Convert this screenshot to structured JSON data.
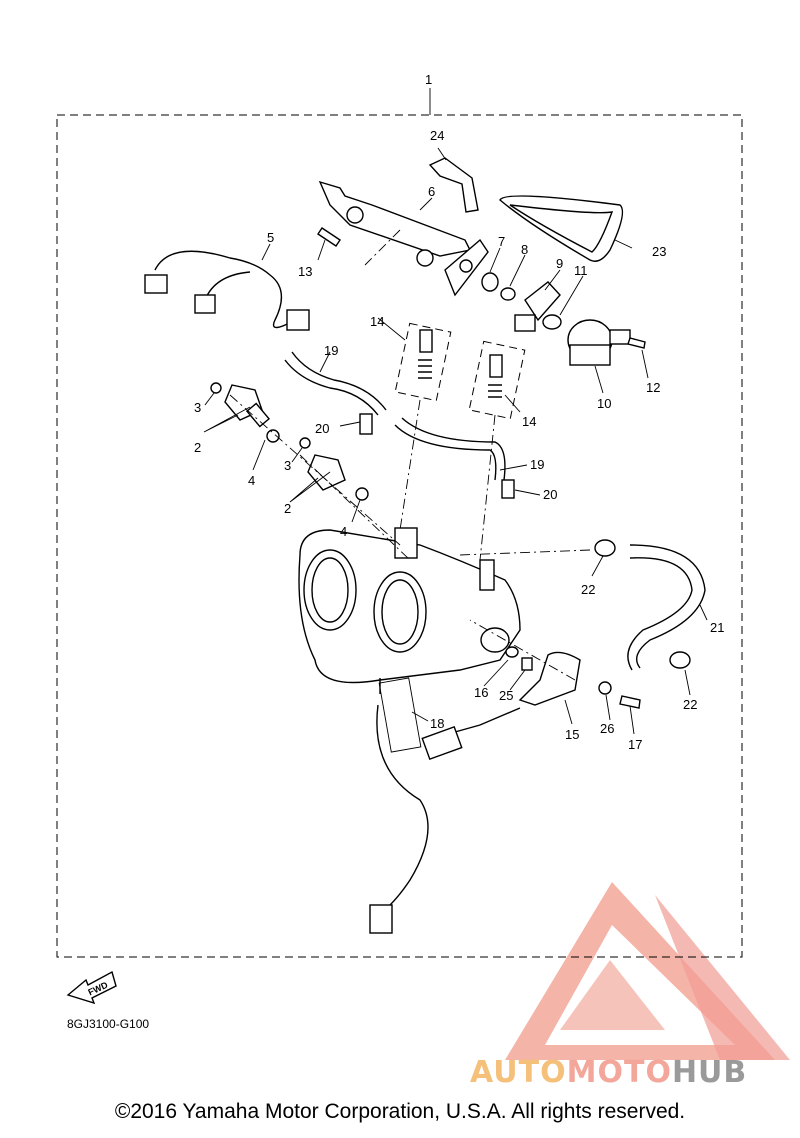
{
  "diagram": {
    "callouts": [
      {
        "id": "c1",
        "text": "1"
      },
      {
        "id": "c24",
        "text": "24"
      },
      {
        "id": "c6",
        "text": "6"
      },
      {
        "id": "c23",
        "text": "23"
      },
      {
        "id": "c5",
        "text": "5"
      },
      {
        "id": "c7",
        "text": "7"
      },
      {
        "id": "c8",
        "text": "8"
      },
      {
        "id": "c9",
        "text": "9"
      },
      {
        "id": "c11",
        "text": "11"
      },
      {
        "id": "c13",
        "text": "13"
      },
      {
        "id": "c14a",
        "text": "14"
      },
      {
        "id": "c19a",
        "text": "19"
      },
      {
        "id": "c12",
        "text": "12"
      },
      {
        "id": "c10",
        "text": "10"
      },
      {
        "id": "c3a",
        "text": "3"
      },
      {
        "id": "c2a",
        "text": "2"
      },
      {
        "id": "c20a",
        "text": "20"
      },
      {
        "id": "c14b",
        "text": "14"
      },
      {
        "id": "c4a",
        "text": "4"
      },
      {
        "id": "c3b",
        "text": "3"
      },
      {
        "id": "c19b",
        "text": "19"
      },
      {
        "id": "c20b",
        "text": "20"
      },
      {
        "id": "c2b",
        "text": "2"
      },
      {
        "id": "c4b",
        "text": "4"
      },
      {
        "id": "c22a",
        "text": "22"
      },
      {
        "id": "c21",
        "text": "21"
      },
      {
        "id": "c16",
        "text": "16"
      },
      {
        "id": "c25",
        "text": "25"
      },
      {
        "id": "c18",
        "text": "18"
      },
      {
        "id": "c22b",
        "text": "22"
      },
      {
        "id": "c26",
        "text": "26"
      },
      {
        "id": "c15",
        "text": "15"
      },
      {
        "id": "c17",
        "text": "17"
      }
    ],
    "fwd_label": "FWD",
    "diagram_code": "8GJ3100-G100"
  },
  "watermark": {
    "brand_part1": "AUTO",
    "brand_part2": "MOTO",
    "brand_part3": "HUB",
    "colors": {
      "triangle": "#f08a80",
      "auto": "#f5c07a",
      "moto": "#f3a79a",
      "hub": "#9a9a9a"
    }
  },
  "footer": {
    "copyright": "©2016 Yamaha Motor Corporation, U.S.A. All rights reserved."
  }
}
